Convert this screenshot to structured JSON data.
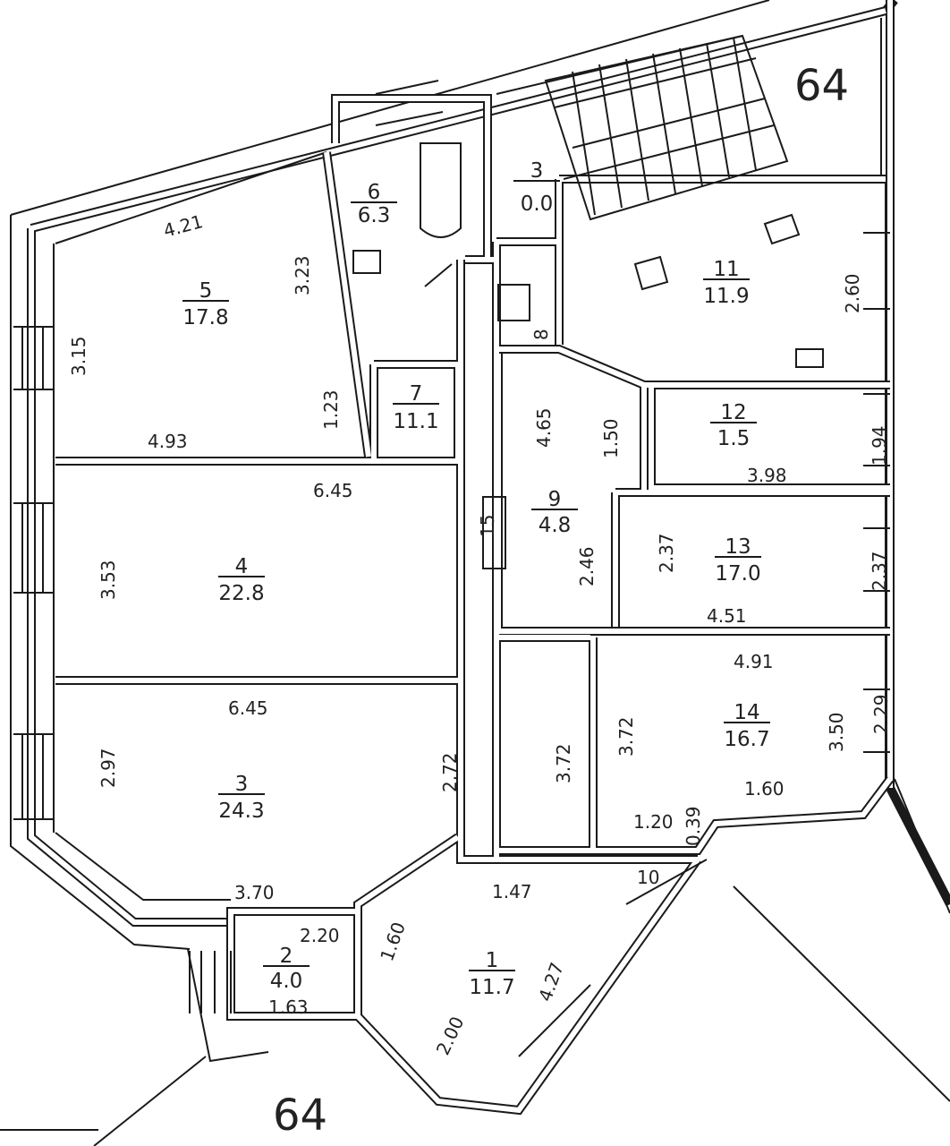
{
  "building_numbers": [
    "64",
    "64"
  ],
  "rooms": [
    {
      "number": "6",
      "area": "6.3"
    },
    {
      "number": "3",
      "area": "0.0"
    },
    {
      "number": "5",
      "area": "17.8"
    },
    {
      "number": "11",
      "area": "11.9"
    },
    {
      "number": "7",
      "area": "11.1"
    },
    {
      "number": "12",
      "area": "1.5"
    },
    {
      "number": "9",
      "area": "4.8"
    },
    {
      "number": "13",
      "area": "17.0"
    },
    {
      "number": "4",
      "area": "22.8"
    },
    {
      "number": "14",
      "area": "16.7"
    },
    {
      "number": "3",
      "area": "24.3"
    },
    {
      "number": "2",
      "area": "4.0"
    },
    {
      "number": "1",
      "area": "11.7"
    }
  ],
  "small_labels": [
    "15",
    "8",
    "10"
  ],
  "dimensions": [
    "4.21",
    "3.23",
    "3.15",
    "1.23",
    "4.93",
    "6.45",
    "3.53",
    "6.45",
    "2.97",
    "2.72",
    "3.72",
    "3.72",
    "3.70",
    "2.20",
    "1.60",
    "1.63",
    "1.47",
    "4.27",
    "2.00",
    "1.20",
    "0.39",
    "1.60",
    "3.50",
    "2.29",
    "4.91",
    "4.51",
    "2.37",
    "2.37",
    "2.46",
    "1.50",
    "1.94",
    "3.98",
    "4.65",
    "2.60"
  ]
}
